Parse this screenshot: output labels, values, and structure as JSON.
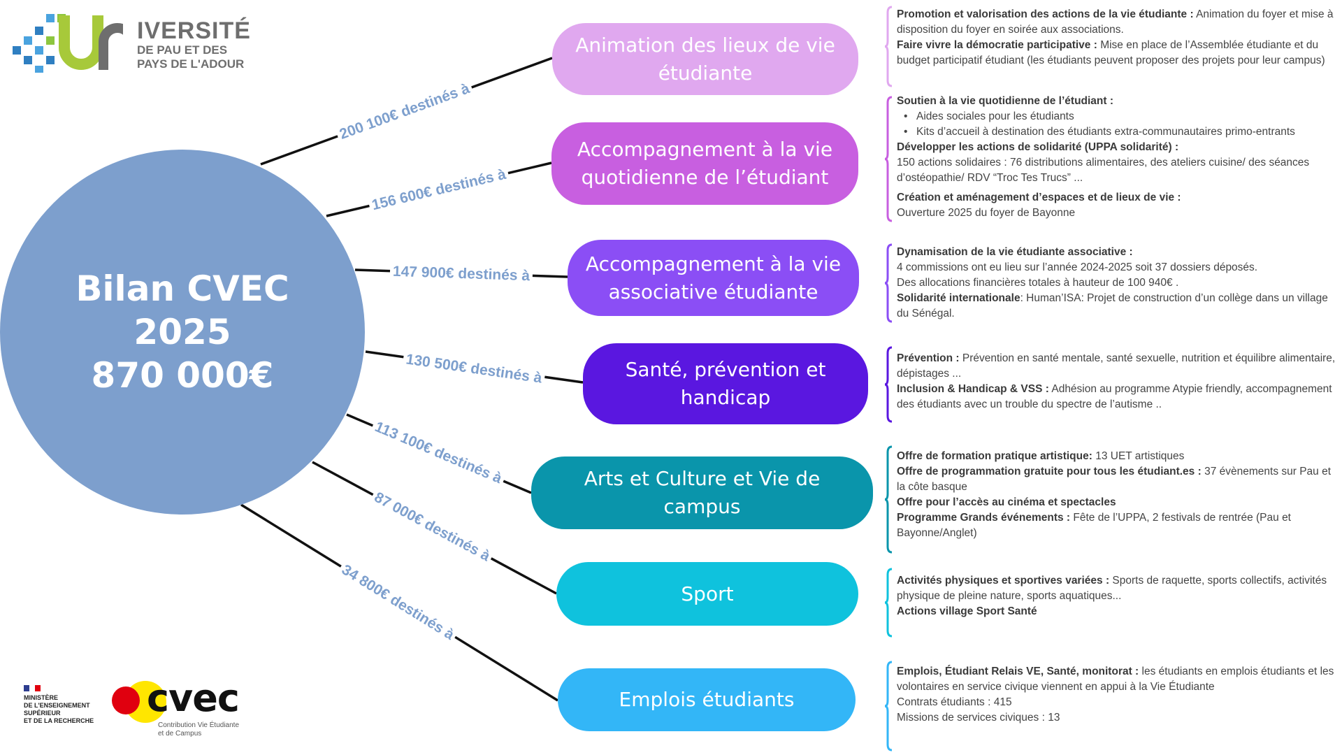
{
  "logos": {
    "university": {
      "big": "IVERSITÉ",
      "line2": "DE PAU ET DES",
      "line3": "PAYS DE L'ADOUR"
    },
    "ministry": {
      "line1": "MINISTÈRE",
      "line2": "DE L'ENSEIGNEMENT",
      "line3": "SUPÉRIEUR",
      "line4": "ET DE LA RECHERCHE"
    },
    "cvec": {
      "word": "cvec",
      "sub1": "Contribution Vie Étudiante",
      "sub2": "et de Campus"
    }
  },
  "center": {
    "title": "Bilan CVEC",
    "year": "2025",
    "total": "870 000€",
    "color": "#7d9fcd"
  },
  "branches": [
    {
      "amount": "200 100€ destinés à",
      "label": "Animation des lieux de vie étudiante",
      "color": "#e0a8ef"
    },
    {
      "amount": "156 600€ destinés à",
      "label": "Accompagnement à la vie quotidienne de l’étudiant",
      "color": "#c85fe0"
    },
    {
      "amount": "147 900€ destinés à",
      "label": "Accompagnement à la vie associative étudiante",
      "color": "#8b4ef5"
    },
    {
      "amount": "130 500€ destinés à",
      "label": "Santé, prévention et handicap",
      "color": "#5a17e0"
    },
    {
      "amount": "113 100€ destinés à",
      "label": "Arts et Culture et Vie de campus",
      "color": "#0a95ab"
    },
    {
      "amount": "87 000€ destinés à",
      "label": "Sport",
      "color": "#0fc2dd"
    },
    {
      "amount": "34 800€ destinés à",
      "label": "Emplois étudiants",
      "color": "#33b6f7"
    }
  ],
  "details": [
    {
      "paras": [
        {
          "bold": "Promotion et valorisation des actions de la vie étudiante :",
          "text": " Animation du foyer et mise à disposition du foyer en soirée aux associations."
        },
        {
          "bold": "Faire vivre la démocratie participative :",
          "text": " Mise en place de l’Assemblée étudiante et du budget participatif étudiant (les étudiants peuvent proposer des projets pour leur campus)"
        }
      ]
    },
    {
      "paras": [
        {
          "bold": "Soutien à la vie quotidienne de l’étudiant :",
          "text": ""
        },
        {
          "bullet": true,
          "bold": "",
          "text": "Aides sociales pour les étudiants"
        },
        {
          "bullet": true,
          "bold": "",
          "text": "Kits d’accueil à destination des étudiants extra-communautaires primo-entrants"
        },
        {
          "bold": "Développer les actions de solidarité (UPPA solidarité) :",
          "text": ""
        },
        {
          "bold": "",
          "text": "150 actions solidaires : 76 distributions alimentaires, des ateliers cuisine/ des séances d’ostéopathie/ RDV “Troc Tes Trucs” ..."
        },
        {
          "gap": true,
          "bold": "Création et aménagement d’espaces et de lieux de vie :",
          "text": ""
        },
        {
          "bold": "",
          "text": "Ouverture 2025 du foyer de Bayonne"
        }
      ]
    },
    {
      "paras": [
        {
          "bold": "Dynamisation de la vie étudiante associative :",
          "text": ""
        },
        {
          "bold": "",
          "text": "4 commissions ont eu lieu sur l’année 2024-2025 soit 37 dossiers déposés."
        },
        {
          "bold": "",
          "text": "Des allocations financières totales à hauteur de 100 940€ ."
        },
        {
          "bold": "Solidarité internationale",
          "text": ": Human’ISA: Projet de construction d’un collège dans un village du Sénégal."
        }
      ]
    },
    {
      "paras": [
        {
          "bold": "Prévention :",
          "text": " Prévention en santé mentale, santé sexuelle, nutrition et équilibre alimentaire, dépistages ..."
        },
        {
          "bold": "Inclusion & Handicap & VSS :",
          "text": " Adhésion au programme Atypie friendly, accompagnement des étudiants avec un trouble du spectre de l’autisme .."
        }
      ]
    },
    {
      "paras": [
        {
          "bold": "Offre de formation pratique artistique:",
          "text": " 13 UET artistiques"
        },
        {
          "bold": "Offre de programmation gratuite pour tous les étudiant.es :",
          "text": " 37 évènements sur Pau et la côte basque"
        },
        {
          "bold": "Offre pour l’accès au cinéma et spectacles",
          "text": ""
        },
        {
          "bold": "Programme Grands événements :",
          "text": " Fête de l’UPPA, 2 festivals de rentrée (Pau et Bayonne/Anglet)"
        }
      ]
    },
    {
      "paras": [
        {
          "bold": "Activités  physiques et sportives variées :",
          "text": " Sports de raquette, sports collectifs, activités physique de pleine nature, sports aquatiques..."
        },
        {
          "bold": "Actions village Sport Santé",
          "text": ""
        }
      ]
    },
    {
      "paras": [
        {
          "bold": "Emplois, Étudiant Relais VE, Santé, monitorat :",
          "text": " les étudiants en emplois étudiants et les volontaires en service civique viennent en appui à la Vie Étudiante"
        },
        {
          "bold": "",
          "text": "Contrats étudiants : 415"
        },
        {
          "bold": "",
          "text": "Missions de services civiques : 13"
        }
      ]
    }
  ]
}
